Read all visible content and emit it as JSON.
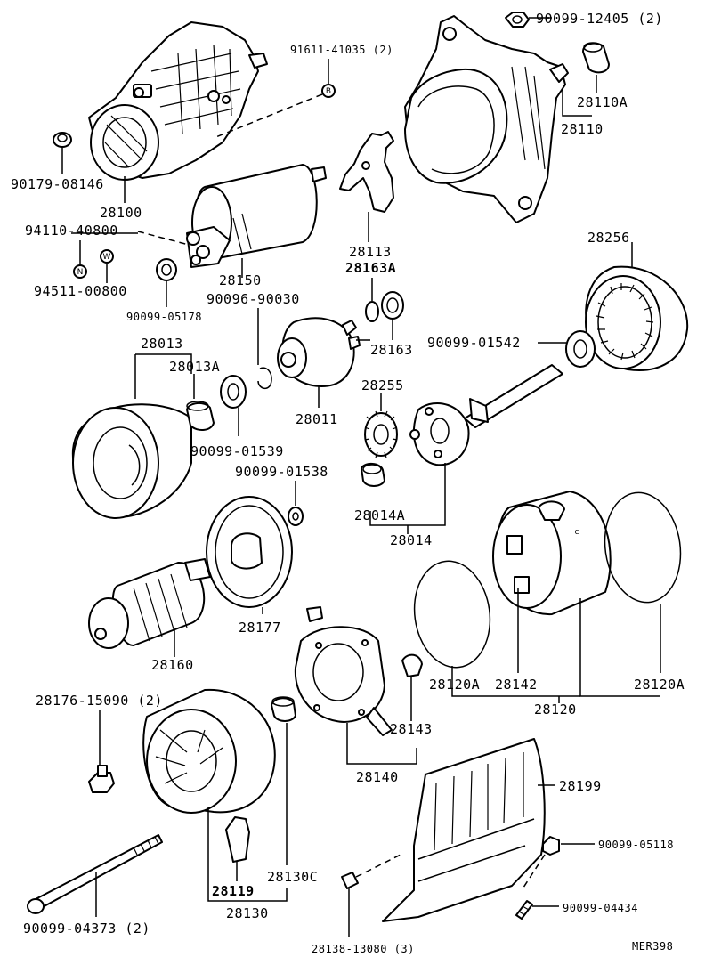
{
  "diagram_code": "MER398",
  "labels": {
    "p28100": "28100",
    "p90179_08146": "90179-08146",
    "p91611_41035": "91611-41035 (2)",
    "p90099_12405": "90099-12405 (2)",
    "p28110A": "28110A",
    "p28110": "28110",
    "p28113": "28113",
    "p28163A": "28163A",
    "p28163": "28163",
    "p28150": "28150",
    "p94110_40800": "94110-40800",
    "p94511_00800": "94511-00800",
    "p90099_05178": "90099-05178",
    "p90096_90030": "90096-90030",
    "p28256": "28256",
    "p90099_01542": "90099-01542",
    "p28013": "28013",
    "p28013A": "28013A",
    "p28011": "28011",
    "p28255": "28255",
    "p90099_01539": "90099-01539",
    "p90099_01538": "90099-01538",
    "p28014A": "28014A",
    "p28014": "28014",
    "p28177": "28177",
    "p28160": "28160",
    "p28120A_left": "28120A",
    "p28142": "28142",
    "p28120A_right": "28120A",
    "p28120": "28120",
    "p28176_15090": "28176-15090 (2)",
    "p28143": "28143",
    "p28140": "28140",
    "p28199": "28199",
    "p90099_05118": "90099-05118",
    "p28130C": "28130C",
    "p28119": "28119",
    "p28130": "28130",
    "p90099_04434": "90099-04434",
    "p90099_04373": "90099-04373 (2)",
    "p28138_13080": "28138-13080 (3)"
  },
  "symbols": {
    "bolt_mark_B": "B",
    "nut_mark_N": "N",
    "washer_mark_W": "W",
    "field_frame_mark_c": "c"
  }
}
